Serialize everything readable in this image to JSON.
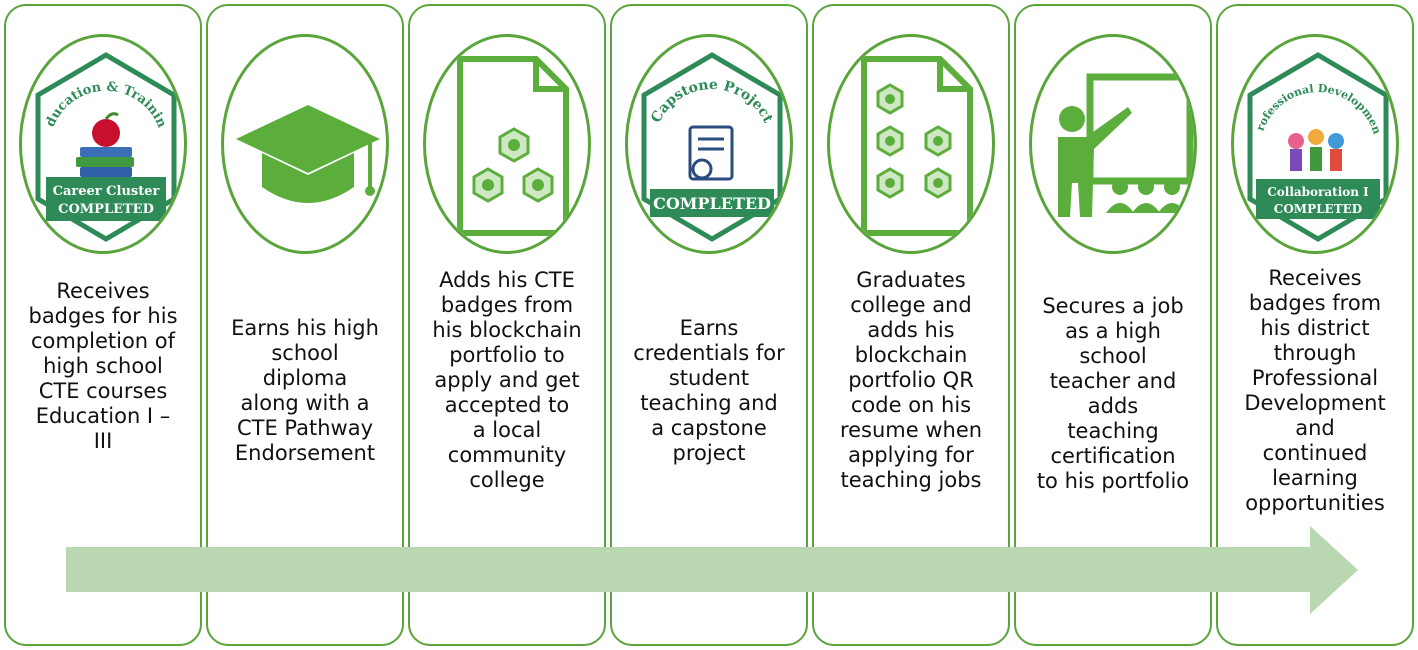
{
  "colors": {
    "border": "#5aa53b",
    "icon": "#5cae3c",
    "arrow": "#b9d7b0",
    "badge_dark": "#2e8b57",
    "badge_text": "#ffffff"
  },
  "steps": [
    {
      "icon": "education-training-badge-icon",
      "badge_top": "Education & Training",
      "badge_line1": "Career Cluster",
      "badge_line2": "COMPLETED",
      "caption": [
        "Receives",
        "badges for his",
        "completion of",
        "high school",
        "CTE courses",
        "Education I –",
        "III"
      ]
    },
    {
      "icon": "graduation-cap-icon",
      "caption": [
        "Earns his high",
        "school",
        "diploma",
        "along with a",
        "CTE Pathway",
        "Endorsement"
      ]
    },
    {
      "icon": "badge-document-icon",
      "caption": [
        "Adds his CTE",
        "badges from",
        "his blockchain",
        "portfolio to",
        "apply and get",
        "accepted to",
        "a local",
        "community",
        "college"
      ]
    },
    {
      "icon": "capstone-badge-icon",
      "badge_top": "Capstone Project",
      "badge_line1": "COMPLETED",
      "caption": [
        "Earns",
        "credentials for",
        "student",
        "teaching and",
        "a capstone",
        "project"
      ]
    },
    {
      "icon": "portfolio-document-icon",
      "caption": [
        "Graduates",
        "college and",
        "adds his",
        "blockchain",
        "portfolio QR",
        "code on his",
        "resume when",
        "applying for",
        "teaching jobs"
      ]
    },
    {
      "icon": "teacher-presenting-icon",
      "caption": [
        "Secures a job",
        "as a high",
        "school",
        "teacher and",
        "adds",
        "teaching",
        "certification",
        "to his portfolio"
      ]
    },
    {
      "icon": "professional-development-badge-icon",
      "badge_top": "Professional Development",
      "badge_line1": "Collaboration I",
      "badge_line2": "COMPLETED",
      "caption": [
        "Receives",
        "badges from",
        "his district",
        "through",
        "Professional",
        "Development",
        "and",
        "continued",
        "learning",
        "opportunities"
      ]
    }
  ]
}
